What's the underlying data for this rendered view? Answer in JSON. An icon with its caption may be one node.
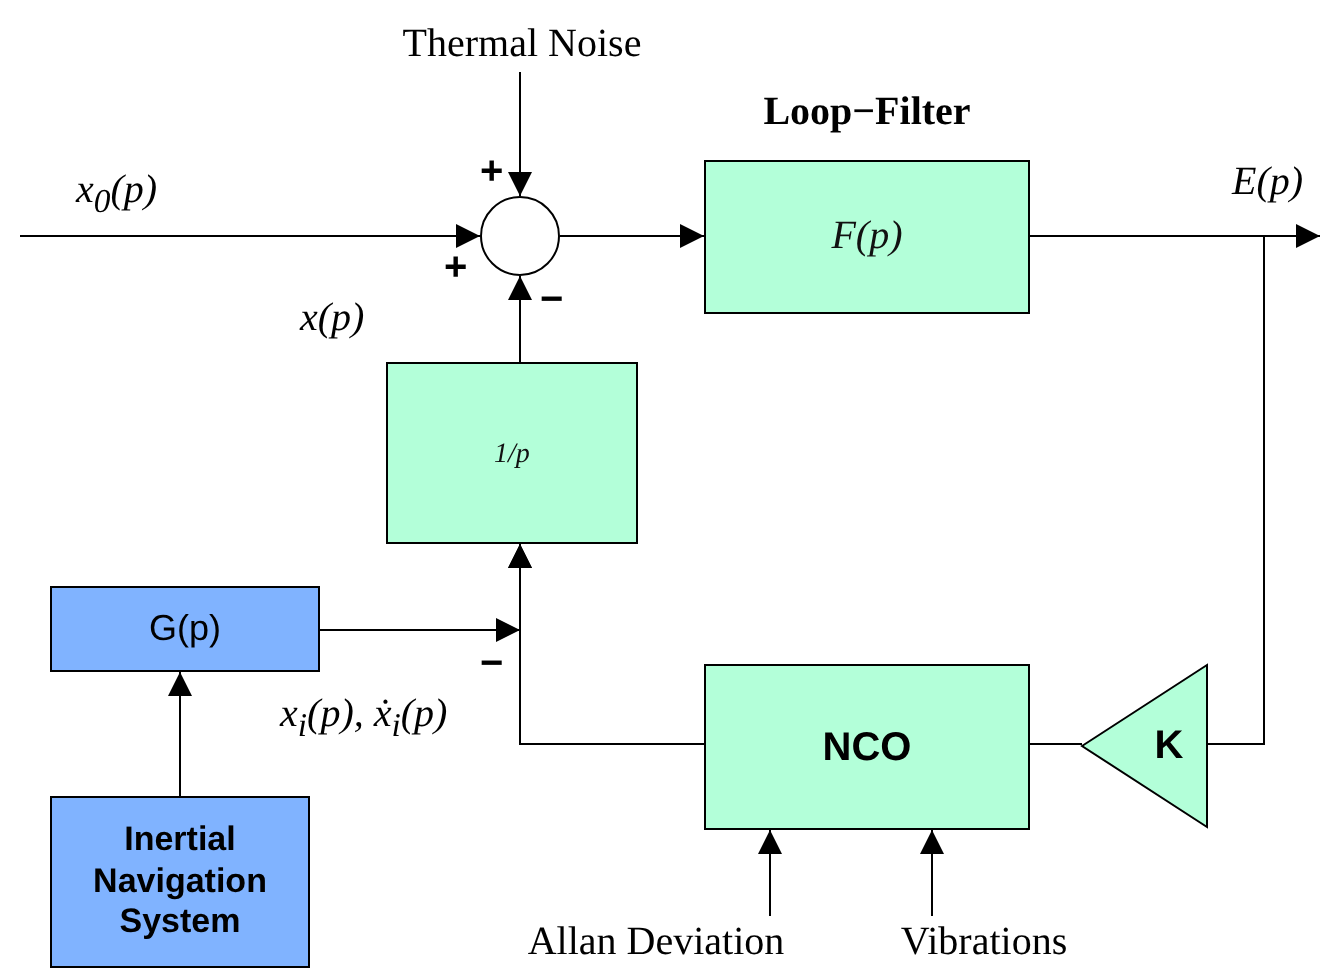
{
  "diagram": {
    "nodes": [
      {
        "text": [
          "Thermal Noise"
        ]
      },
      {
        "text": [],
        "shape": "circle"
      },
      {
        "text": [
          "Loop−Filter",
          "F(p)"
        ]
      },
      {
        "text": [
          "1/p"
        ]
      },
      {
        "text": [
          "G(p)"
        ]
      },
      {
        "text": [
          "NCO"
        ]
      },
      {
        "text": [
          "K"
        ]
      },
      {
        "text": [
          "Inertial Navigation System"
        ]
      },
      {
        "text": [
          "Allan Deviation"
        ]
      },
      {
        "text": [
          "Vibrations"
        ]
      }
    ],
    "edges": [
      {
        "from": null,
        "to": 1,
        "arrow": "to",
        "label": "x$_{0}$(p)"
      },
      {
        "from": 0,
        "to": 1,
        "arrow": "to"
      },
      {
        "from": 1,
        "to": 2,
        "arrow": "to"
      },
      {
        "from": 3,
        "to": 1,
        "arrow": "to",
        "label": "x(p)"
      },
      {
        "from": 2,
        "to": null,
        "arrow": "to",
        "label": "E(p)"
      },
      {
        "from": 2,
        "to": 6,
        "arrow": "none"
      },
      {
        "from": 6,
        "to": 5,
        "arrow": "none"
      },
      {
        "from": 5,
        "to": 3,
        "arrow": "to",
        "label": "x$_{i}$(p), ẋ$_{i}$(p)"
      },
      {
        "from": 4,
        "to": 3,
        "arrow": "to"
      },
      {
        "from": 7,
        "to": 4,
        "arrow": "to"
      },
      {
        "from": 8,
        "to": 5,
        "arrow": "to"
      },
      {
        "from": 9,
        "to": 5,
        "arrow": "to"
      }
    ],
    "labels": [
      "+",
      "+",
      "−",
      "−"
    ]
  }
}
